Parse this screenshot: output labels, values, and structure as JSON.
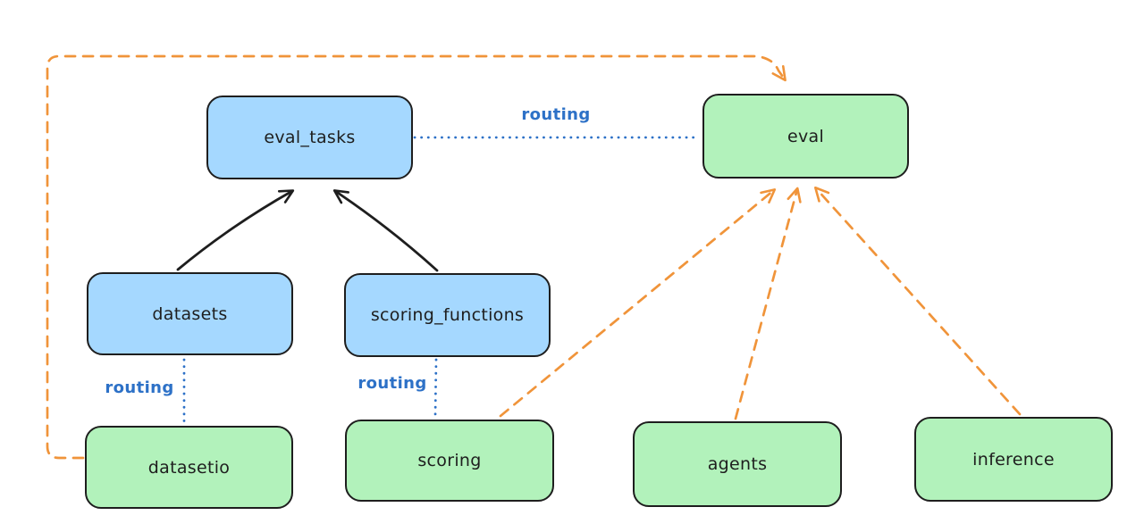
{
  "diagram": {
    "type": "architecture-flow-diagram",
    "colors": {
      "canvas_bg": "#ffffff",
      "node_blue_fill": "#a5d8ff",
      "node_green_fill": "#b2f2bb",
      "node_stroke": "#1e1e1e",
      "label_text": "#1e1e1e",
      "edge_black": "#1e1e1e",
      "edge_blue": "#2d71c7",
      "edge_orange": "#f0943a"
    },
    "nodes": {
      "eval_tasks": {
        "label": "eval_tasks",
        "color": "blue"
      },
      "eval": {
        "label": "eval",
        "color": "green"
      },
      "datasets": {
        "label": "datasets",
        "color": "blue"
      },
      "scoring_functions": {
        "label": "scoring_functions",
        "color": "blue"
      },
      "datasetio": {
        "label": "datasetio",
        "color": "green"
      },
      "scoring": {
        "label": "scoring",
        "color": "green"
      },
      "agents": {
        "label": "agents",
        "color": "green"
      },
      "inference": {
        "label": "inference",
        "color": "green"
      }
    },
    "edge_labels": {
      "routing_top": "routing",
      "routing_left": "routing",
      "routing_mid": "routing"
    },
    "edges": [
      {
        "from": "datasets",
        "to": "eval_tasks",
        "style": "solid",
        "arrow": true,
        "color": "black"
      },
      {
        "from": "scoring_functions",
        "to": "eval_tasks",
        "style": "solid",
        "arrow": true,
        "color": "black"
      },
      {
        "from": "eval_tasks",
        "to": "eval",
        "style": "dotted",
        "arrow": false,
        "label": "routing",
        "color": "blue"
      },
      {
        "from": "datasets",
        "to": "datasetio",
        "style": "dotted",
        "arrow": false,
        "label": "routing",
        "color": "blue"
      },
      {
        "from": "scoring_functions",
        "to": "scoring",
        "style": "dotted",
        "arrow": false,
        "label": "routing",
        "color": "blue"
      },
      {
        "from": "datasetio",
        "to": "eval",
        "style": "dashed",
        "arrow": true,
        "color": "orange",
        "route": "around-left-and-top"
      },
      {
        "from": "scoring",
        "to": "eval",
        "style": "dashed",
        "arrow": true,
        "color": "orange"
      },
      {
        "from": "agents",
        "to": "eval",
        "style": "dashed",
        "arrow": true,
        "color": "orange"
      },
      {
        "from": "inference",
        "to": "eval",
        "style": "dashed",
        "arrow": true,
        "color": "orange"
      }
    ]
  }
}
